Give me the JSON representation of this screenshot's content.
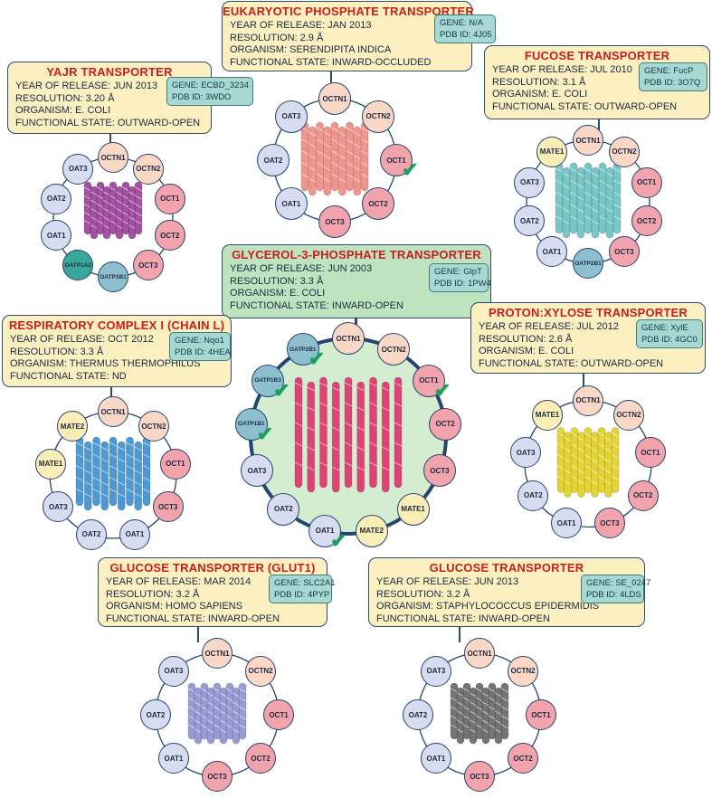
{
  "cards": {
    "eukaryotic": {
      "title": "EUKARYOTIC PHOSPHATE TRANSPORTER",
      "year": "YEAR OF RELEASE: JAN 2013",
      "res": "RESOLUTION: 2.9 Å",
      "org": "ORGANISM: SERENDIPITA INDICA",
      "state": "FUNCTIONAL STATE: INWARD-OCCLUDED",
      "gene": "GENE: N/A",
      "pdb": "PDB ID: 4J05"
    },
    "yajr": {
      "title": "YAJR TRANSPORTER",
      "year": "YEAR OF RELEASE: JUN 2013",
      "res": "RESOLUTION: 3.20 Å",
      "org": "ORGANISM: E. COLI",
      "state": "FUNCTIONAL STATE: OUTWARD-OPEN",
      "gene": "GENE: ECBD_3234",
      "pdb": "PDB ID: 3WDO"
    },
    "fucose": {
      "title": "FUCOSE TRANSPORTER",
      "year": "YEAR OF RELEASE: JUL 2010",
      "res": "RESOLUTION: 3.1 Å",
      "org": "ORGANISM: E. COLI",
      "state": "FUNCTIONAL STATE: OUTWARD-OPEN",
      "gene": "GENE: FucP",
      "pdb": "PDB ID: 3O7Q"
    },
    "glycerol": {
      "title": "GLYCEROL-3-PHOSPHATE TRANSPORTER",
      "year": "YEAR OF RELEASE: JUN 2003",
      "res": "RESOLUTION: 3.3 Å",
      "org": "ORGANISM: E. COLI",
      "state": "FUNCTIONAL STATE: INWARD-OPEN",
      "gene": "GENE: GlpT",
      "pdb": "PDB ID: 1PW4"
    },
    "respiratory": {
      "title": "RESPIRATORY COMPLEX I (CHAIN L)",
      "year": "YEAR OF RELEASE: OCT 2012",
      "res": "RESOLUTION: 3.3 Å",
      "org": "ORGANISM: THERMUS THERMOPHILUS",
      "state": "FUNCTIONAL STATE: ND",
      "gene": "GENE: Nqo1",
      "pdb": "PDB ID: 4HEA"
    },
    "proton": {
      "title": "PROTON:XYLOSE TRANSPORTER",
      "year": "YEAR OF RELEASE: JUL 2012",
      "res": "RESOLUTION: 2.6 Å",
      "org": "ORGANISM: E. COLI",
      "state": "FUNCTIONAL STATE: OUTWARD-OPEN",
      "gene": "GENE: XylE",
      "pdb": "PDB ID: 4GC0"
    },
    "glut1": {
      "title": "GLUCOSE TRANSPORTER (GLUT1)",
      "year": "YEAR OF RELEASE: MAR 2014",
      "res": "RESOLUTION: 3.2 Å",
      "org": "ORGANISM: HOMO SAPIENS",
      "state": "FUNCTIONAL STATE: INWARD-OPEN",
      "gene": "GENE: SLC2A1",
      "pdb": "PDB ID: 4PYP"
    },
    "glucose": {
      "title": "GLUCOSE TRANSPORTER",
      "year": "YEAR OF RELEASE: JUN 2013",
      "res": "RESOLUTION: 3.2 Å",
      "org": "ORGANISM: STAPHYLOCOCCUS EPIDERMIDIS",
      "state": "FUNCTIONAL STATE: INWARD-OPEN",
      "gene": "GENE: SE_0247",
      "pdb": "PDB ID: 4LDS"
    }
  },
  "labels": {
    "octn1": "OCTN1",
    "octn2": "OCTN2",
    "oct1": "OCT1",
    "oct2": "OCT2",
    "oct3": "OCT3",
    "oat1": "OAT1",
    "oat2": "OAT2",
    "oat3": "OAT3",
    "mate1": "MATE1",
    "mate2": "MATE2",
    "oatp1a2": "OATP1A2",
    "oatp1b1": "OATP1B1",
    "oatp1b3": "OATP1B3",
    "oatp2b1": "OATP2B1"
  },
  "colors": {
    "oat": "#d7dcf0",
    "octn": "#fbd8c5",
    "oct": "#f2a3ac",
    "mate": "#fbedb6",
    "oatp": "#8dbfcf",
    "title": "#c81e1e",
    "check": "#1aa05a"
  },
  "proteins": {
    "eukaryotic": "#f08a80",
    "yajr": "#9a3f9a",
    "fucose": "#6bc0c0",
    "glycerol": "#e0306e",
    "respiratory": "#3a8fcf",
    "proton": "#e0d020",
    "glut1": "#8d92d0",
    "glucose": "#666666"
  }
}
